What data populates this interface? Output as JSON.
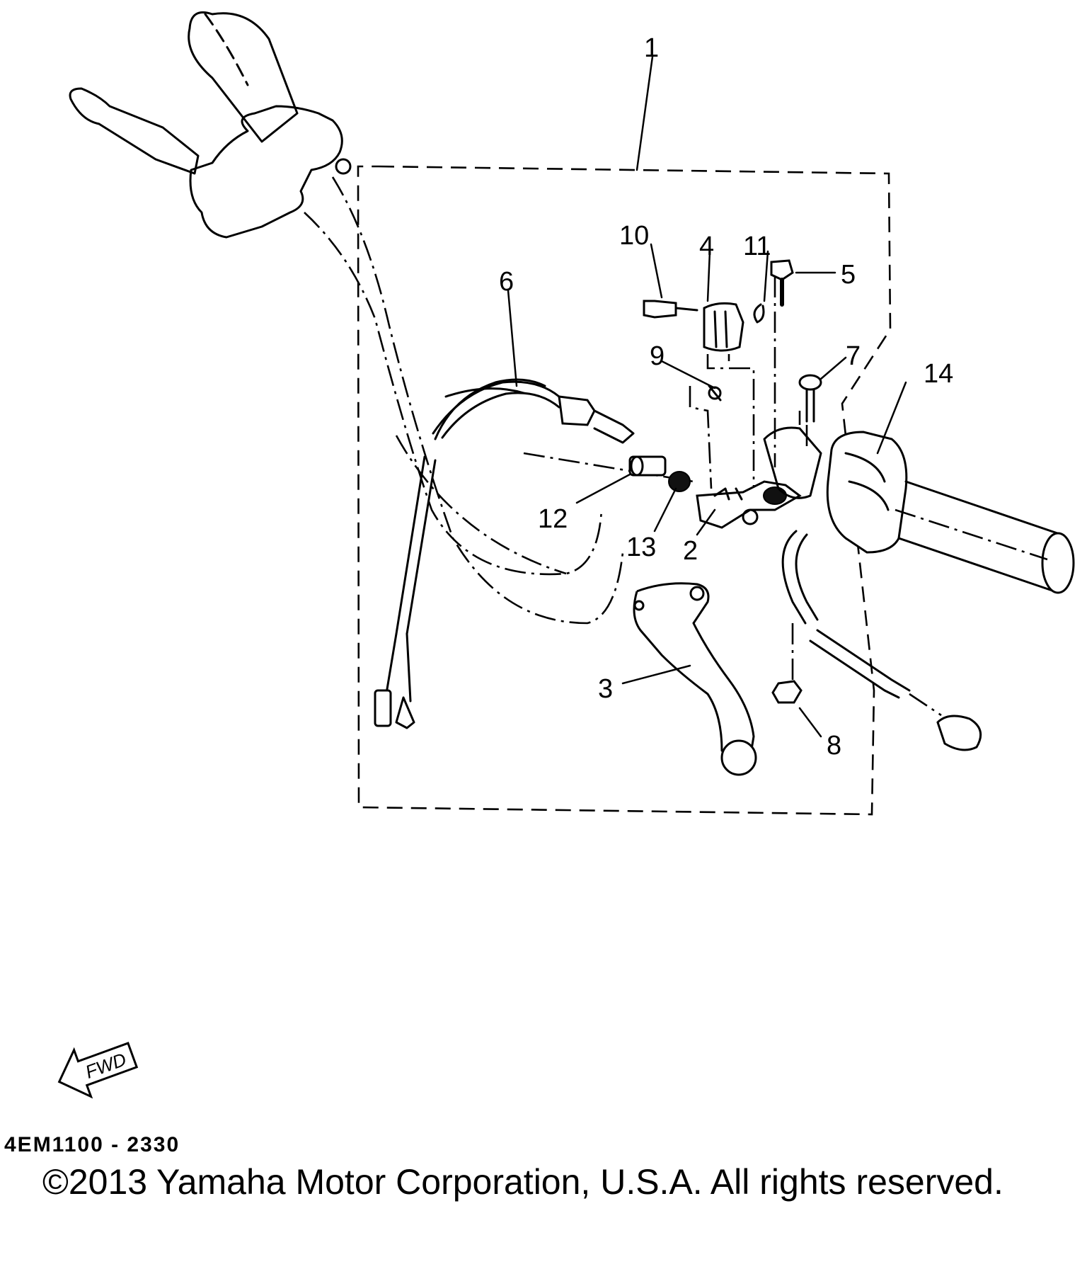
{
  "diagram": {
    "callouts": [
      "1",
      "2",
      "3",
      "4",
      "5",
      "6",
      "7",
      "8",
      "9",
      "10",
      "11",
      "12",
      "13",
      "14"
    ],
    "fwd_label": "FWD"
  },
  "footer": {
    "drawing_code": "4EM1100 - 2330",
    "copyright": "©2013 Yamaha Motor Corporation, U.S.A. All rights reserved."
  }
}
